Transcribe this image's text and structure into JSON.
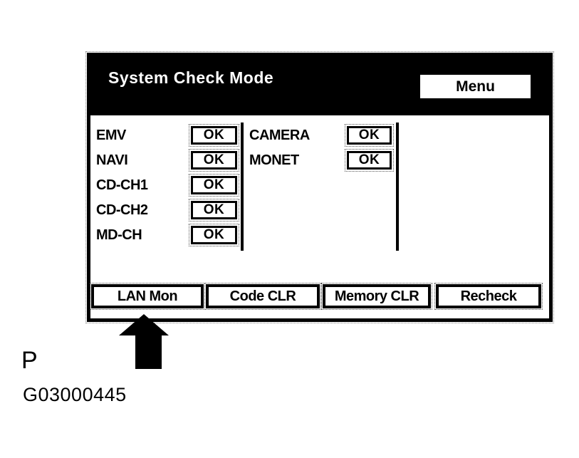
{
  "panel": {
    "title": "System Check Mode",
    "menu_button_label": "Menu"
  },
  "status_items": {
    "left": [
      {
        "label": "EMV",
        "status": "OK"
      },
      {
        "label": "NAVI",
        "status": "OK"
      },
      {
        "label": "CD-CH1",
        "status": "OK"
      },
      {
        "label": "CD-CH2",
        "status": "OK"
      },
      {
        "label": "MD-CH",
        "status": "OK"
      }
    ],
    "right": [
      {
        "label": "CAMERA",
        "status": "OK"
      },
      {
        "label": "MONET",
        "status": "OK"
      }
    ]
  },
  "action_buttons": [
    {
      "label": "LAN Mon"
    },
    {
      "label": "Code CLR"
    },
    {
      "label": "Memory CLR"
    },
    {
      "label": "Recheck"
    }
  ],
  "caption": {
    "p_label": "P",
    "figure_id": "G03000445"
  },
  "colors": {
    "header_bg": "#000000",
    "panel_bg": "#ffffff",
    "text": "#000000"
  }
}
